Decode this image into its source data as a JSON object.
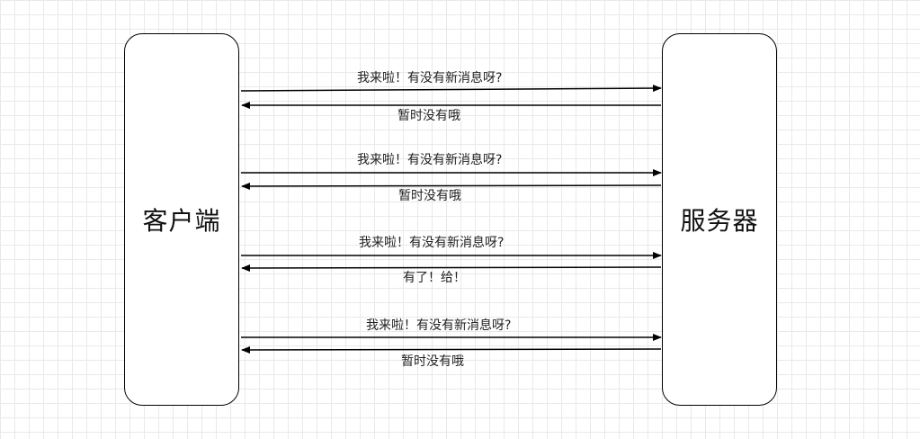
{
  "actors": {
    "client": "客户端",
    "server": "服务器"
  },
  "messages": [
    {
      "request": "我来啦！有没有新消息呀?",
      "response": "暂时没有哦"
    },
    {
      "request": "我来啦！有没有新消息呀?",
      "response": "暂时没有哦"
    },
    {
      "request": "我来啦！有没有新消息呀?",
      "response": "有了！给！"
    },
    {
      "request": "我来啦！有没有新消息呀?",
      "response": "暂时没有哦"
    }
  ]
}
